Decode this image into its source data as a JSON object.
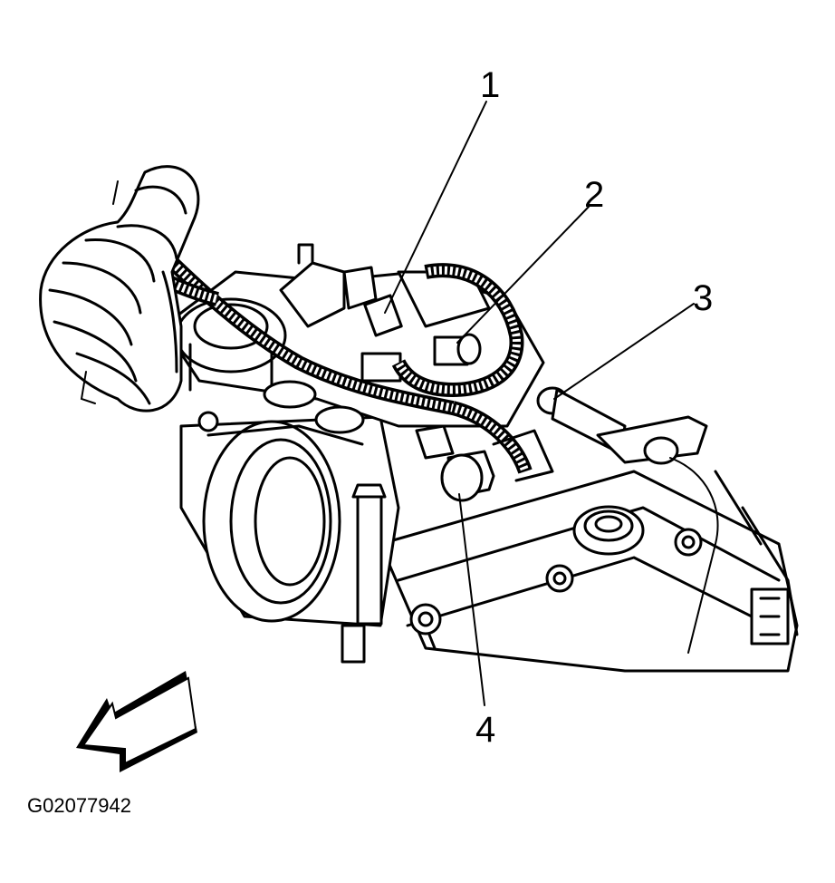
{
  "figure_id": "G02077942",
  "callouts": [
    {
      "number": "1"
    },
    {
      "number": "2"
    },
    {
      "number": "3"
    },
    {
      "number": "4"
    }
  ],
  "icons": {
    "direction_arrow": "front-direction-arrow-icon"
  }
}
